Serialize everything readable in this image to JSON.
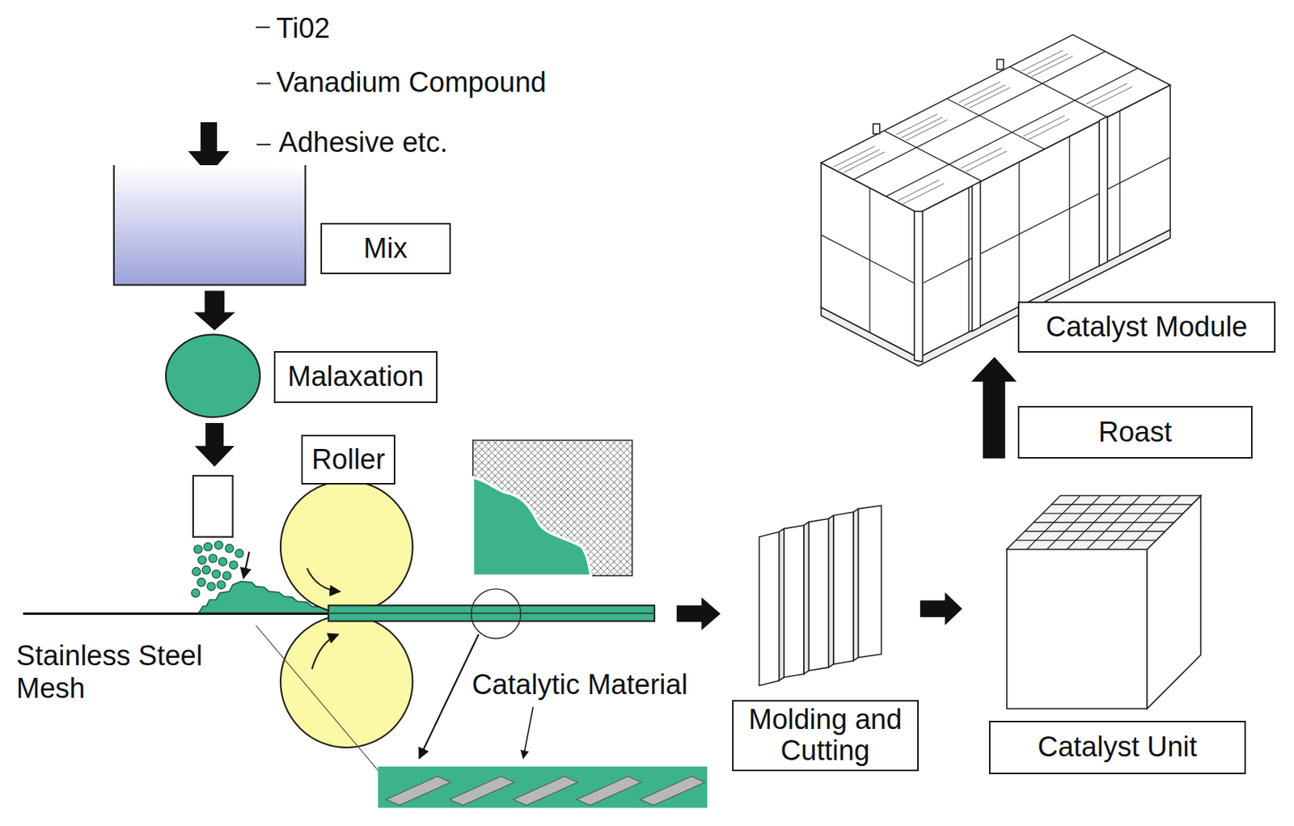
{
  "diagram": {
    "nodes": [
      {
        "text": [
          "Mix"
        ]
      },
      {
        "text": [
          "Malaxation"
        ]
      },
      {
        "text": [
          "Roller"
        ]
      },
      {
        "text": [
          "Molding and Cutting"
        ]
      },
      {
        "text": [
          "Catalyst Unit"
        ]
      },
      {
        "text": [
          "Roast"
        ]
      },
      {
        "text": [
          "Catalyst Module"
        ]
      }
    ],
    "labels": [
      "Ti02",
      "Vanadium Compound",
      "Adhesive etc.",
      "Stainless Steel Mesh",
      "Catalytic Material"
    ]
  }
}
